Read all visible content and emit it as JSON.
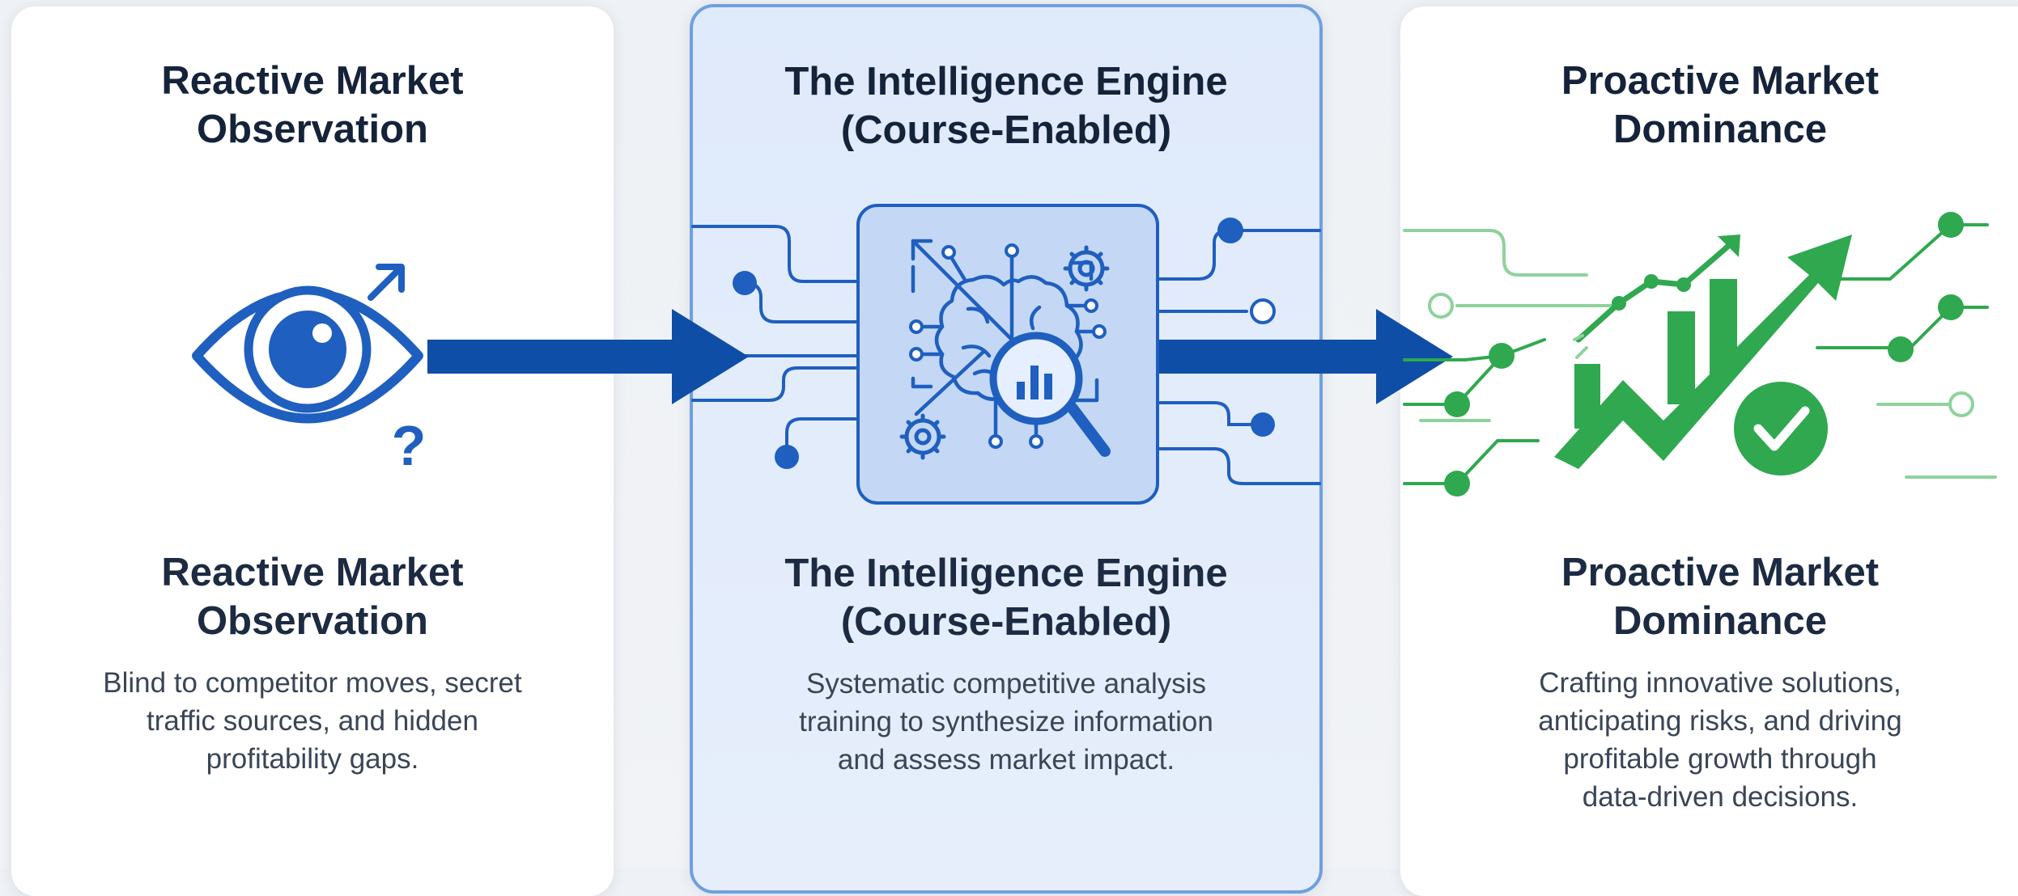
{
  "colors": {
    "primary_blue": "#1f5fbf",
    "dark_blue_arrow": "#0f4ea6",
    "growth_green": "#2fa84f",
    "light_green": "#8fd29c",
    "highlight_border": "#6f9fe0"
  },
  "panels": [
    {
      "title": "Reactive Market\nObservation",
      "subtitle": "Reactive Market\nObservation",
      "description": "Blind to competitor moves, secret\ntraffic sources, and hidden\nprofitability gaps.",
      "icon": "eye-question-icon"
    },
    {
      "title": "The Intelligence Engine\n(Course-Enabled)",
      "subtitle": "The Intelligence Engine\n(Course-Enabled)",
      "description": "Systematic competitive analysis\ntraining to synthesize information\nand assess market impact.",
      "icon": "brain-circuit-magnifier-icon"
    },
    {
      "title": "Proactive Market\nDominance",
      "subtitle": "Proactive Market\nDominance",
      "description": "Crafting innovative solutions,\nanticipating risks, and driving\nprofitable growth through\ndata-driven decisions.",
      "icon": "growth-arrow-check-icon"
    }
  ]
}
